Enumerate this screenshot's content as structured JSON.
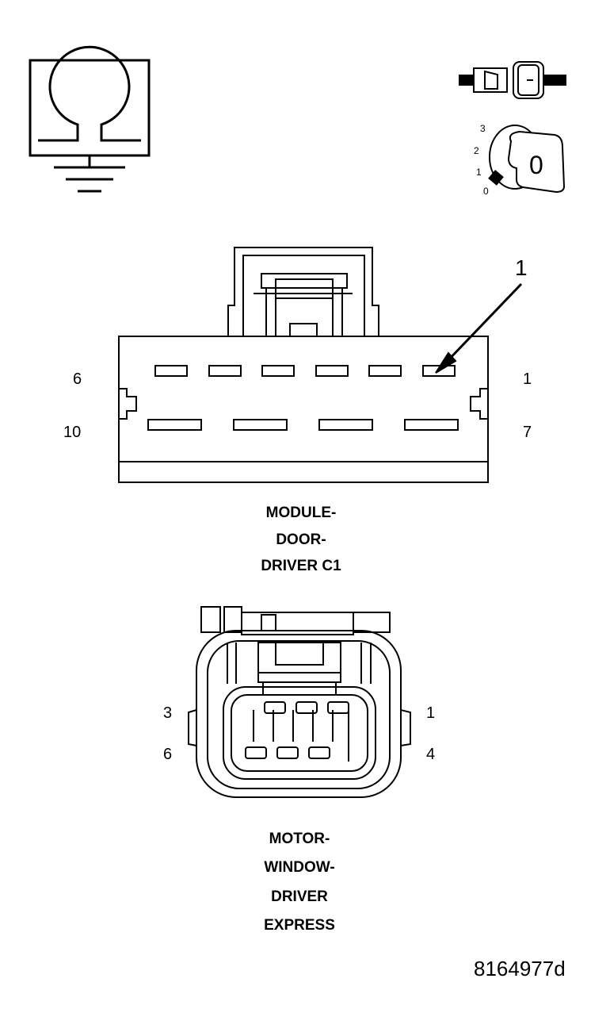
{
  "ignition_key": {
    "positions": [
      "3",
      "2",
      "1",
      "0"
    ],
    "key_face": "0"
  },
  "callout": {
    "number": "1"
  },
  "connector_c1": {
    "pin_labels": {
      "top_left": "6",
      "top_right": "1",
      "bottom_left": "10",
      "bottom_right": "7"
    },
    "caption": [
      "MODULE-",
      "DOOR-",
      "DRIVER C1"
    ]
  },
  "connector_motor": {
    "pin_labels": {
      "top_left": "3",
      "top_right": "1",
      "bottom_left": "6",
      "bottom_right": "4"
    },
    "caption": [
      "MOTOR-",
      "WINDOW-",
      "DRIVER",
      "EXPRESS"
    ]
  },
  "figure_id": "8164977d",
  "icons": [
    "ohmmeter-ground-icon",
    "connector-disconnect-icon",
    "ignition-off-icon"
  ]
}
